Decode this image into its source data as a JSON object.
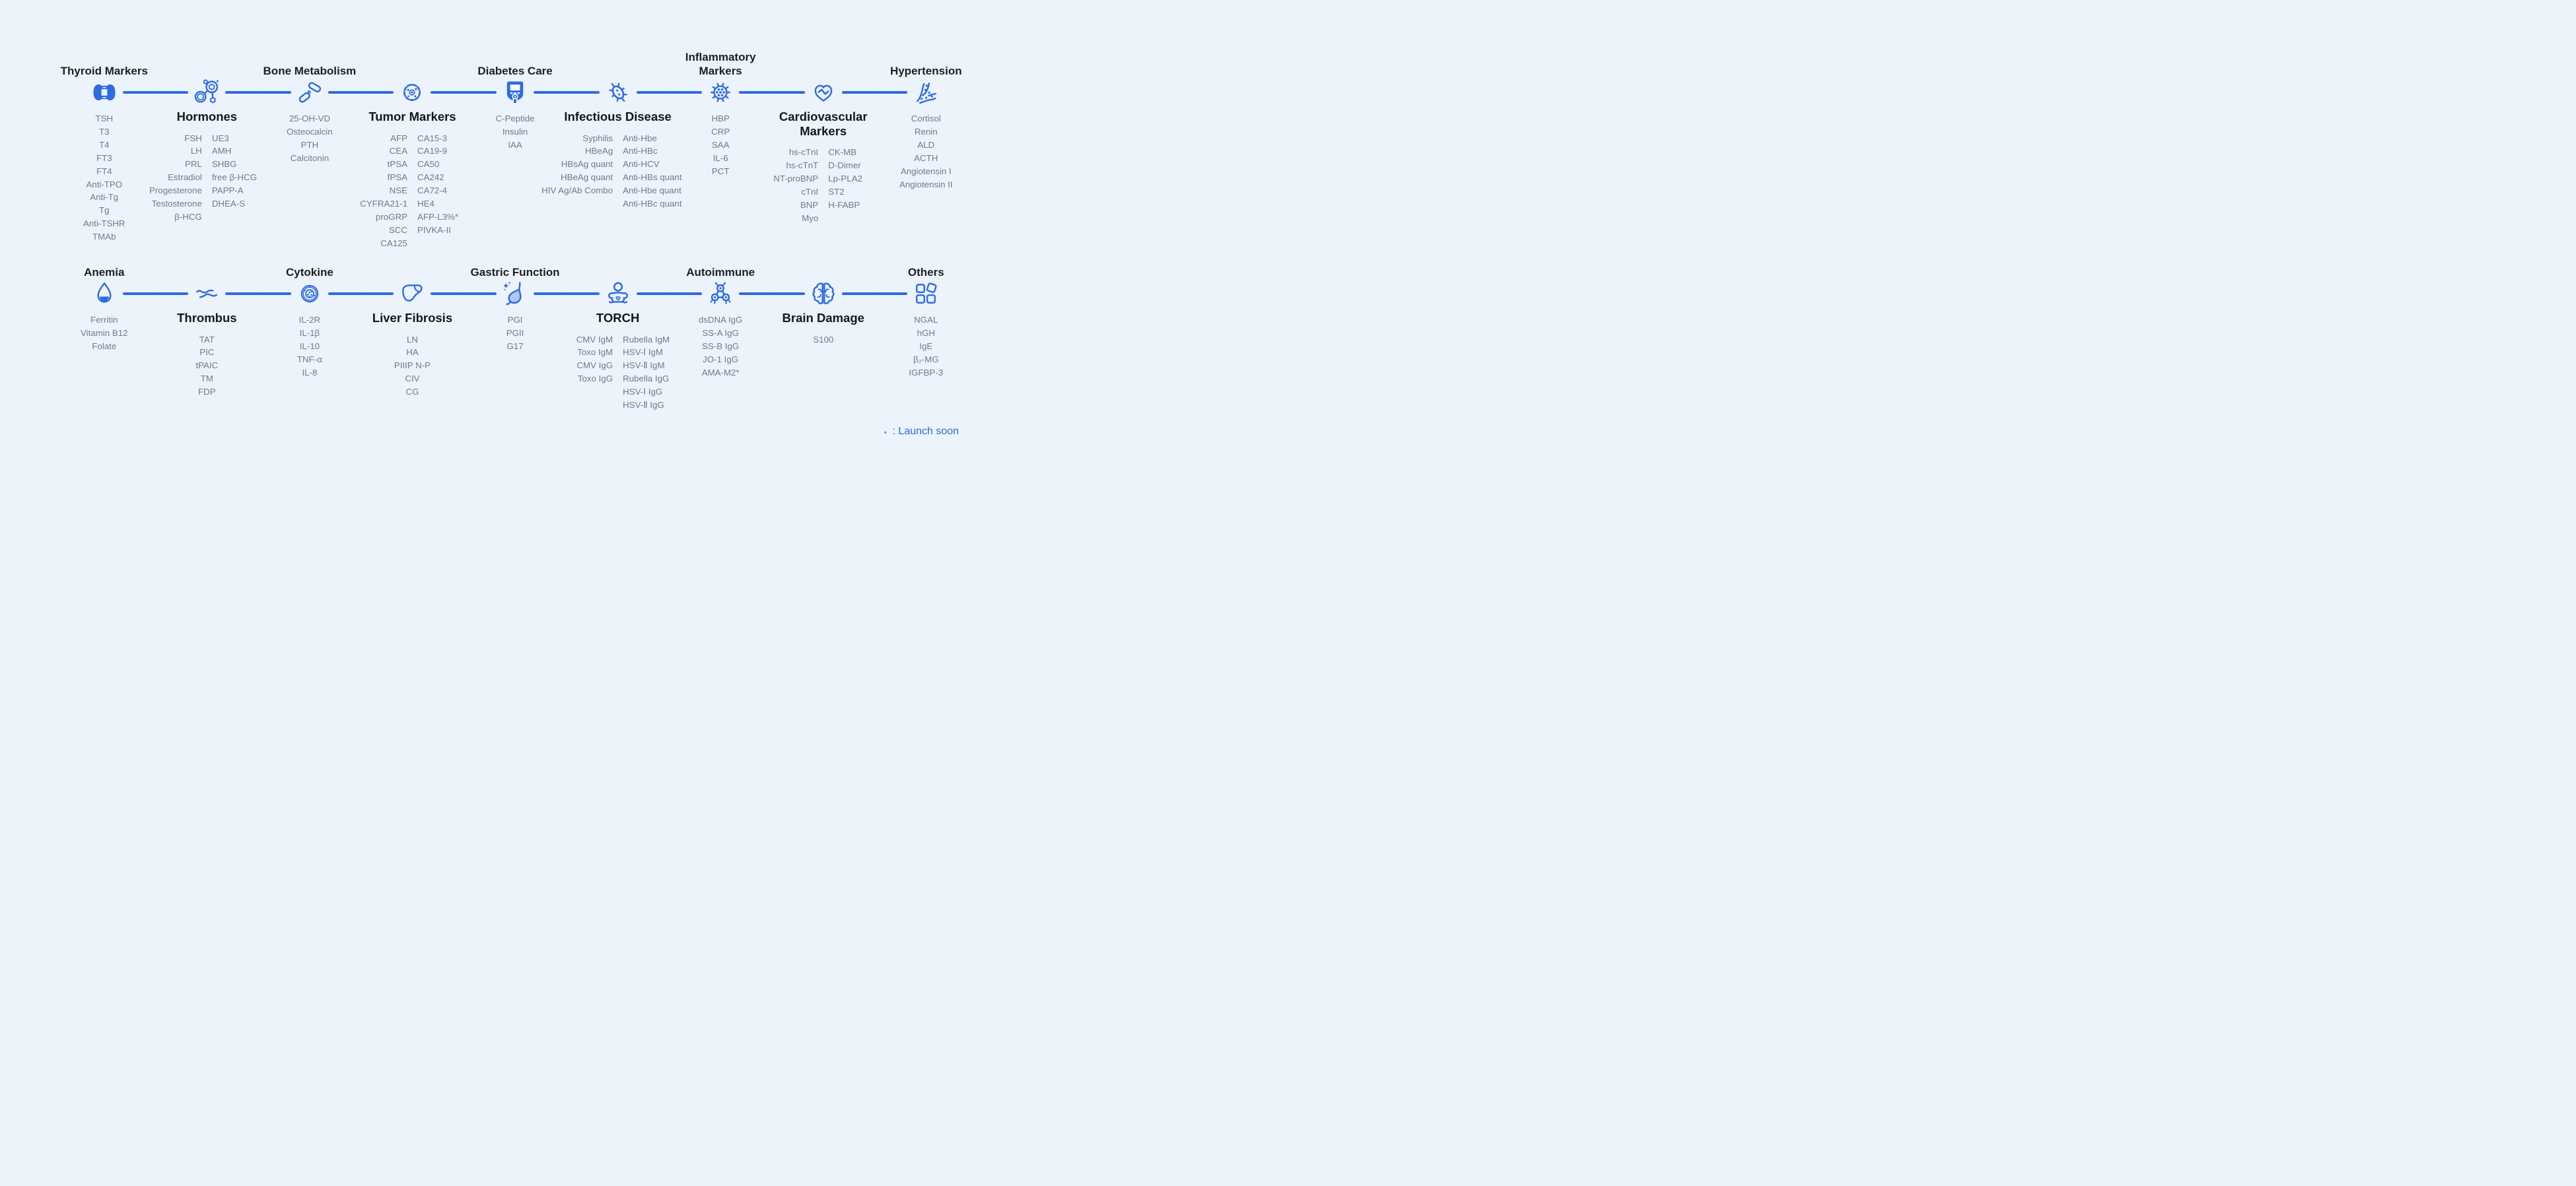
{
  "page": {
    "background": "#edf3fb",
    "accent": "#2e6be2",
    "title_color": "#1b2025",
    "list_color": "#6b7c88",
    "footnote": {
      "star": "⋆",
      "label": ": Launch soon"
    }
  },
  "rows": [
    {
      "name": "row-1",
      "categories": [
        {
          "id": "thyroid-markers",
          "title": "Thyroid Markers",
          "placement": "above",
          "icon": "thyroid-icon",
          "items": [
            "TSH",
            "T3",
            "T4",
            "FT3",
            "FT4",
            "Anti-TPO",
            "Anti-Tg",
            "Tg",
            "Anti-TSHR",
            "TMAb"
          ]
        },
        {
          "id": "hormones",
          "title": "Hormones",
          "placement": "below",
          "icon": "hormone-molecule-icon",
          "items": [
            [
              "FSH",
              "UE3"
            ],
            [
              "LH",
              "AMH"
            ],
            [
              "PRL",
              "SHBG"
            ],
            [
              "Estradiol",
              "free β-HCG"
            ],
            [
              "Progesterone",
              "PAPP-A"
            ],
            [
              "Testosterone",
              "DHEA-S"
            ],
            [
              "β-HCG",
              ""
            ]
          ]
        },
        {
          "id": "bone-metabolism",
          "title": "Bone Metabolism",
          "placement": "above",
          "icon": "bone-joint-icon",
          "items": [
            "25-OH-VD",
            "Osteocalcin",
            "PTH",
            "Calcitonin"
          ]
        },
        {
          "id": "tumor-markers",
          "title": "Tumor Markers",
          "placement": "below",
          "icon": "tumor-cell-icon",
          "items": [
            [
              "AFP",
              "CA15-3"
            ],
            [
              "CEA",
              "CA19-9"
            ],
            [
              "tPSA",
              "CA50"
            ],
            [
              "fPSA",
              "CA242"
            ],
            [
              "NSE",
              "CA72-4"
            ],
            [
              "CYFRA21-1",
              "HE4"
            ],
            [
              "proGRP",
              "AFP-L3%*"
            ],
            [
              "SCC",
              "PIVKA-II"
            ],
            [
              "CA125",
              ""
            ]
          ]
        },
        {
          "id": "diabetes-care",
          "title": "Diabetes Care",
          "placement": "above",
          "icon": "glucometer-icon",
          "items": [
            "C-Peptide",
            "Insulin",
            "IAA"
          ]
        },
        {
          "id": "infectious-disease",
          "title": "Infectious Disease",
          "placement": "below",
          "icon": "bacterium-icon",
          "items": [
            [
              "Syphilis",
              "Anti-Hbe"
            ],
            [
              "HBeAg",
              "Anti-HBc"
            ],
            [
              "HBsAg quant",
              "Anti-HCV"
            ],
            [
              "HBeAg quant",
              "Anti-HBs quant"
            ],
            [
              "HIV Ag/Ab Combo",
              "Anti-Hbe quant"
            ],
            [
              "",
              "Anti-HBc quant"
            ]
          ]
        },
        {
          "id": "inflammatory-markers",
          "title": "Inflammatory Markers",
          "placement": "above",
          "icon": "virus-icon",
          "items": [
            "HBP",
            "CRP",
            "SAA",
            "IL-6",
            "PCT"
          ]
        },
        {
          "id": "cardiovascular-markers",
          "title": "Cardiovascular Markers",
          "placement": "below",
          "icon": "heart-pulse-icon",
          "items": [
            [
              "hs-cTnI",
              "CK-MB"
            ],
            [
              "hs-cTnT",
              "D-Dimer"
            ],
            [
              "NT-proBNP",
              "Lp-PLA2"
            ],
            [
              "cTnI",
              "ST2"
            ],
            [
              "BNP",
              "H-FABP"
            ],
            [
              "Myo",
              ""
            ]
          ]
        },
        {
          "id": "hypertension",
          "title": "Hypertension",
          "placement": "above",
          "icon": "blood-vessel-icon",
          "items": [
            "Cortisol",
            "Renin",
            "ALD",
            "ACTH",
            "Angiotensin I",
            "Angiotensin II"
          ]
        }
      ]
    },
    {
      "name": "row-2",
      "categories": [
        {
          "id": "anemia",
          "title": "Anemia",
          "placement": "above",
          "icon": "blood-drop-icon",
          "items": [
            "Ferritin",
            "Vitamin B12",
            "Folate"
          ]
        },
        {
          "id": "thrombus",
          "title": "Thrombus",
          "placement": "below",
          "icon": "vessel-clot-icon",
          "items": [
            "TAT",
            "PIC",
            "tPAIC",
            "TM",
            "FDP"
          ]
        },
        {
          "id": "cytokine",
          "title": "Cytokine",
          "placement": "above",
          "icon": "cytokine-cell-icon",
          "items": [
            "IL-2R",
            "IL-1β",
            "IL-10",
            "TNF-α",
            "IL-8"
          ]
        },
        {
          "id": "liver-fibrosis",
          "title": "Liver Fibrosis",
          "placement": "below",
          "icon": "liver-icon",
          "items": [
            "LN",
            "HA",
            "PIIIP N-P",
            "CIV",
            "CG"
          ]
        },
        {
          "id": "gastric-function",
          "title": "Gastric Function",
          "placement": "above",
          "icon": "stomach-icon",
          "items": [
            "PGI",
            "PGII",
            "G17"
          ]
        },
        {
          "id": "torch",
          "title": "TORCH",
          "placement": "below",
          "icon": "baby-icon",
          "items": [
            [
              "CMV IgM",
              "Rubella IgM"
            ],
            [
              "Toxo IgM",
              "HSV-Ⅰ IgM"
            ],
            [
              "CMV IgG",
              "HSV-Ⅱ IgM"
            ],
            [
              "Toxo IgG",
              "Rubella IgG"
            ],
            [
              "",
              "HSV-Ⅰ IgG"
            ],
            [
              "",
              "HSV-Ⅱ IgG"
            ]
          ]
        },
        {
          "id": "autoimmune",
          "title": "Autoimmune",
          "placement": "above",
          "icon": "antibody-icon",
          "items": [
            "dsDNA IgG",
            "SS-A IgG",
            "SS-B IgG",
            "JO-1 IgG",
            "AMA-M2*"
          ]
        },
        {
          "id": "brain-damage",
          "title": "Brain Damage",
          "placement": "below",
          "icon": "brain-icon",
          "items": [
            "S100"
          ]
        },
        {
          "id": "others",
          "title": "Others",
          "placement": "above",
          "icon": "grid-icon",
          "items": [
            "NGAL",
            "hGH",
            "IgE",
            "β₂-MG",
            "IGFBP-3"
          ]
        }
      ]
    }
  ]
}
